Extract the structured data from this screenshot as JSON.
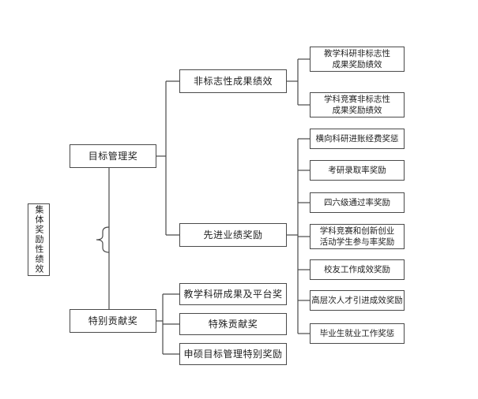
{
  "colors": {
    "line": "#4a4a4a",
    "text": "#1f1f1f",
    "background": "#ffffff",
    "node_background": "#ffffff"
  },
  "tree": {
    "label": "集体奖励性绩效",
    "children": [
      {
        "label": "目标管理奖",
        "children": [
          {
            "label": "非标志性成果绩效",
            "children": [
              {
                "label": "教学科研非标志性\n成果奖励绩效"
              },
              {
                "label": "学科竞赛非标志性\n成果奖励绩效"
              }
            ]
          },
          {
            "label": "先进业绩奖励",
            "children": [
              {
                "label": "横向科研进账经费奖惩"
              },
              {
                "label": "考研录取率奖励"
              },
              {
                "label": "四六级通过率奖励"
              },
              {
                "label": "学科竞赛和创新创业\n活动学生参与率奖励"
              },
              {
                "label": "校友工作成效奖励"
              },
              {
                "label": "高层次人才引进成效奖励"
              },
              {
                "label": "毕业生就业工作奖惩"
              }
            ]
          }
        ]
      },
      {
        "label": "特别贡献奖",
        "children": [
          {
            "label": "教学科研成果及平台奖"
          },
          {
            "label": "特殊贡献奖"
          },
          {
            "label": "申硕目标管理特别奖励"
          }
        ]
      }
    ]
  }
}
